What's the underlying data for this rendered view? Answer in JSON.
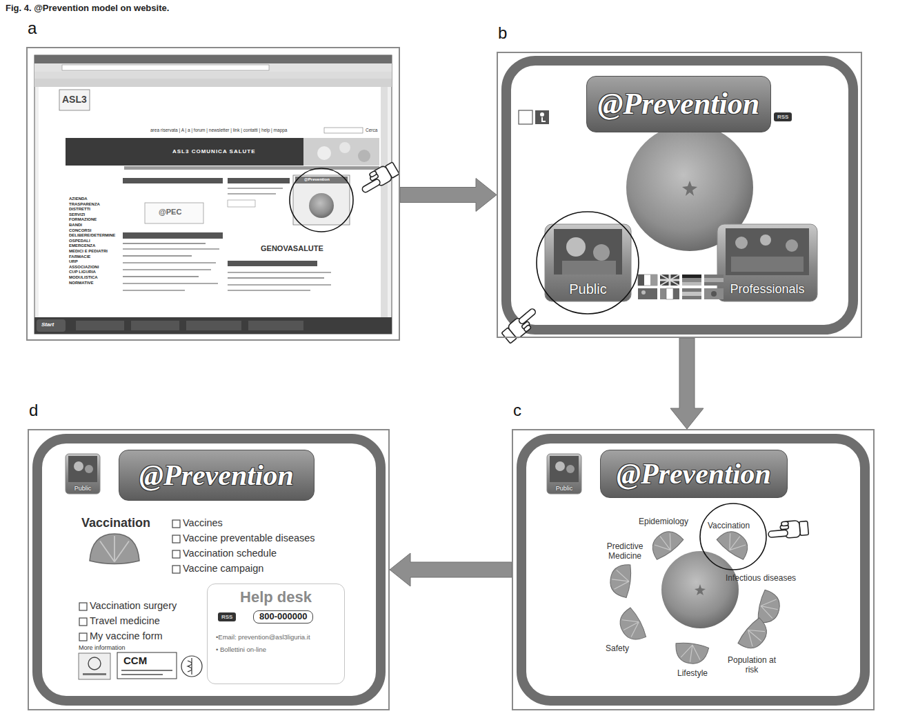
{
  "diagram": {
    "title": "Fig. 4. @Prevention model on website.",
    "nodes": [
      {
        "text": [
          "a"
        ]
      },
      {
        "text": [
          "b"
        ]
      },
      {
        "text": [
          "@Prevention"
        ],
        "in": 1
      },
      {
        "text": [
          "Public"
        ],
        "in": 1
      },
      {
        "text": [
          "Professionals"
        ],
        "in": 1
      },
      {
        "text": [
          "c"
        ]
      },
      {
        "text": [
          "@Prevention"
        ],
        "in": 5
      },
      {
        "text": [
          "Public"
        ],
        "in": 5
      },
      {
        "text": [
          "d"
        ]
      },
      {
        "text": [
          "@Prevention"
        ],
        "in": 8
      },
      {
        "text": [
          "Public"
        ],
        "in": 8
      },
      {
        "text": [
          "Help desk",
          "800-000000",
          "•Email: prevention@asl3liguria.it",
          "• Bollettini on-line"
        ],
        "in": 8
      }
    ],
    "edges": [
      {
        "from": 0,
        "to": 1,
        "arrow": "to"
      },
      {
        "from": 1,
        "to": 5,
        "arrow": "to"
      },
      {
        "from": 5,
        "to": 8,
        "arrow": "to"
      }
    ],
    "labels": [
      "ASL3",
      "area riservata | A | a | forum | newsletter | link | contatti | help | mappa",
      "Cerca",
      "ASL3 COMUNICA SALUTE",
      "AZIENDA",
      "TRASPARENZA",
      "DISTRETTI",
      "SERVIZI",
      "FORMAZIONE",
      "BANDI",
      "CONCORSI",
      "DELIBERE/DETERMINE",
      "OSPEDALI",
      "EMERGENZA",
      "MEDICI E PEDIATRI",
      "FARMACIE",
      "URP",
      "ASSOCIAZIONI",
      "CUP LIGURIA",
      "MODULISTICA",
      "NORMATIVE",
      "@PEC",
      "GENOVASALUTE",
      "@Prevention",
      "Start",
      "RSS",
      "Epidemiology",
      "Vaccination",
      "Predictive Medicine",
      "Infectious diseases",
      "Safety",
      "Lifestyle",
      "Population at risk",
      "Vaccination",
      "Vaccines",
      "Vaccine preventable diseases",
      "Vaccination schedule",
      "Vaccine campaign",
      "Vaccination surgery",
      "Travel medicine",
      "My vaccine form",
      "More information",
      "CCM",
      "RSS"
    ]
  }
}
